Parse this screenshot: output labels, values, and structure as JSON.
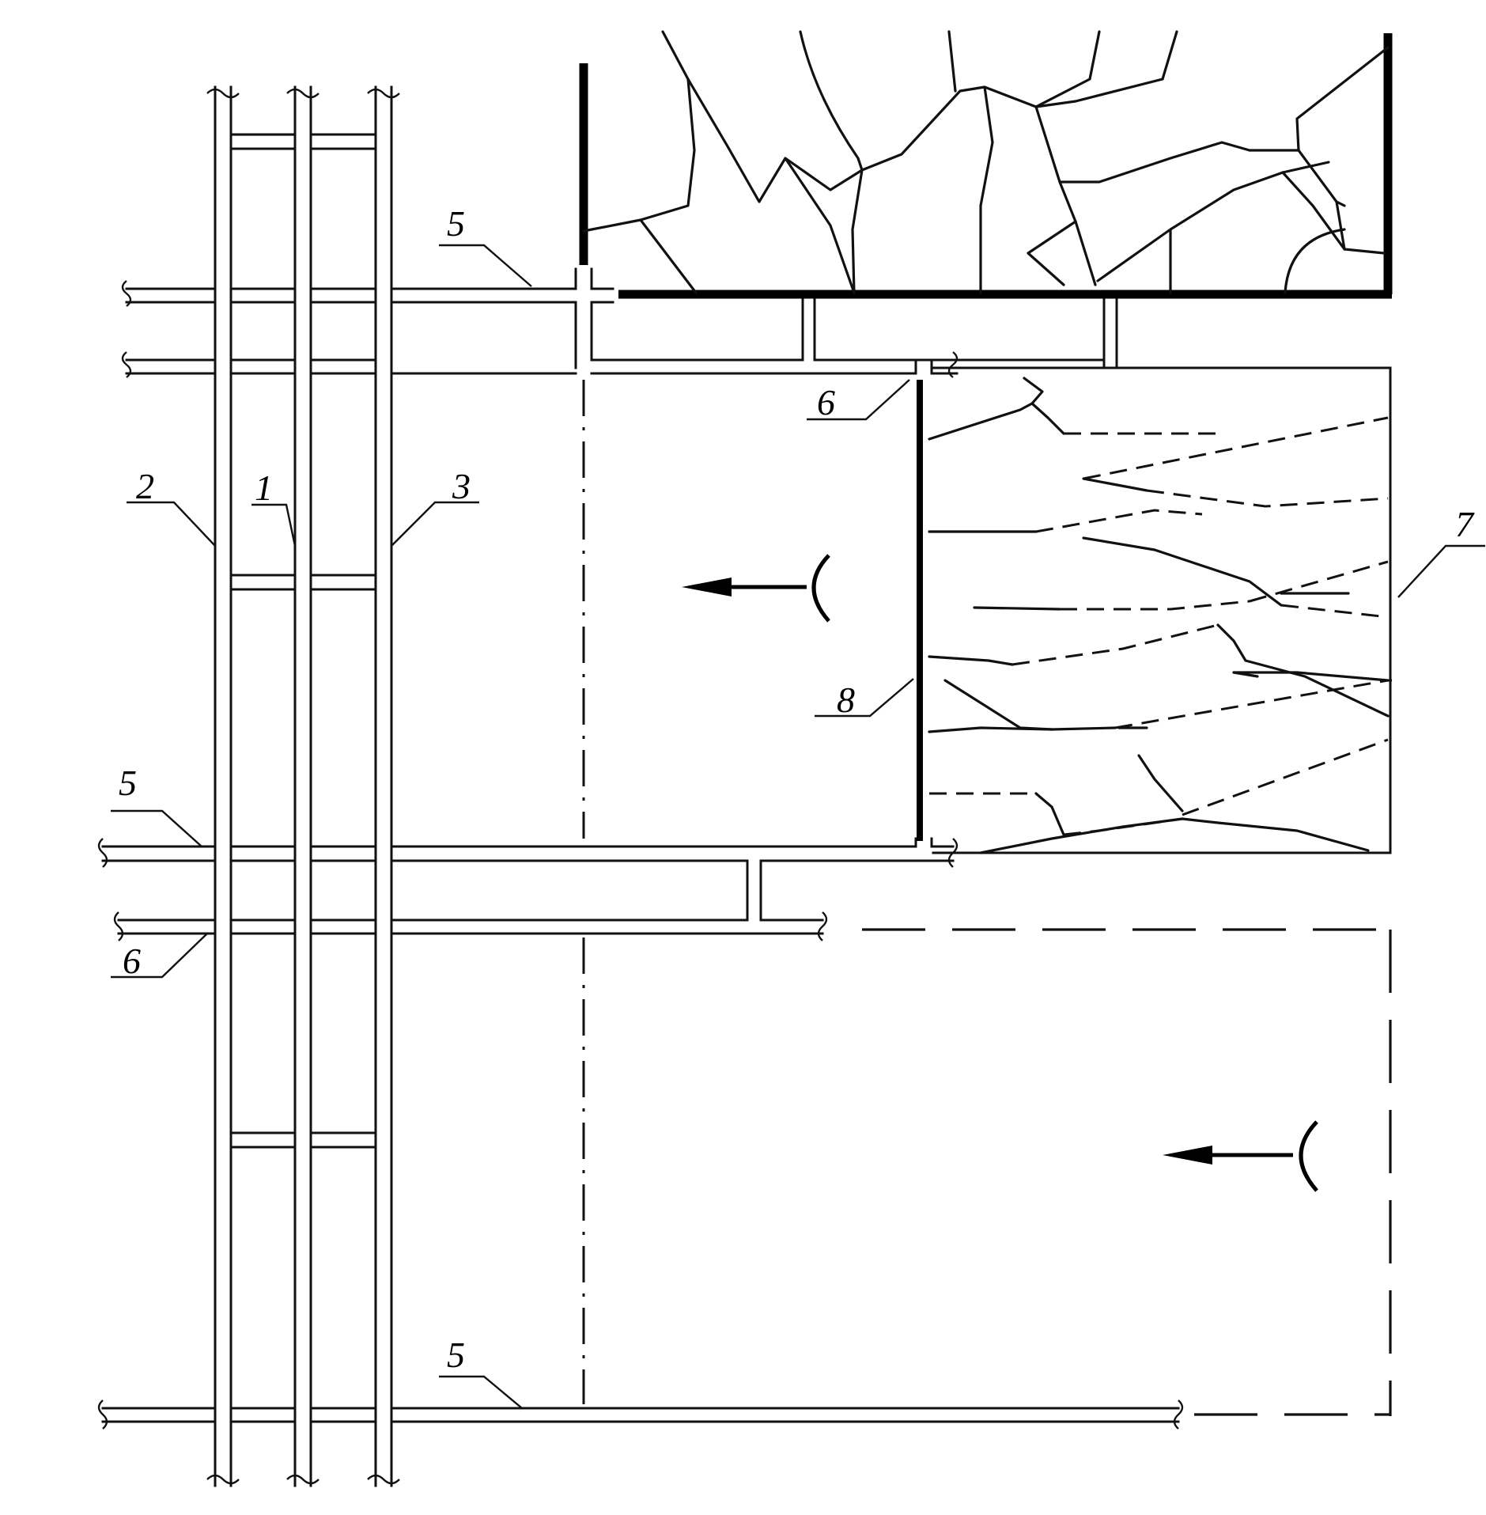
{
  "labels": {
    "pillar_roadway": "1",
    "left_roadway": "2",
    "right_roadway": "3",
    "crosscut_top": "5",
    "crosscut_middle": "5",
    "crosscut_bottom": "5",
    "crosscut_b_upper": "6",
    "crosscut_b_lower": "6",
    "goaf": "7",
    "working_face": "8"
  }
}
